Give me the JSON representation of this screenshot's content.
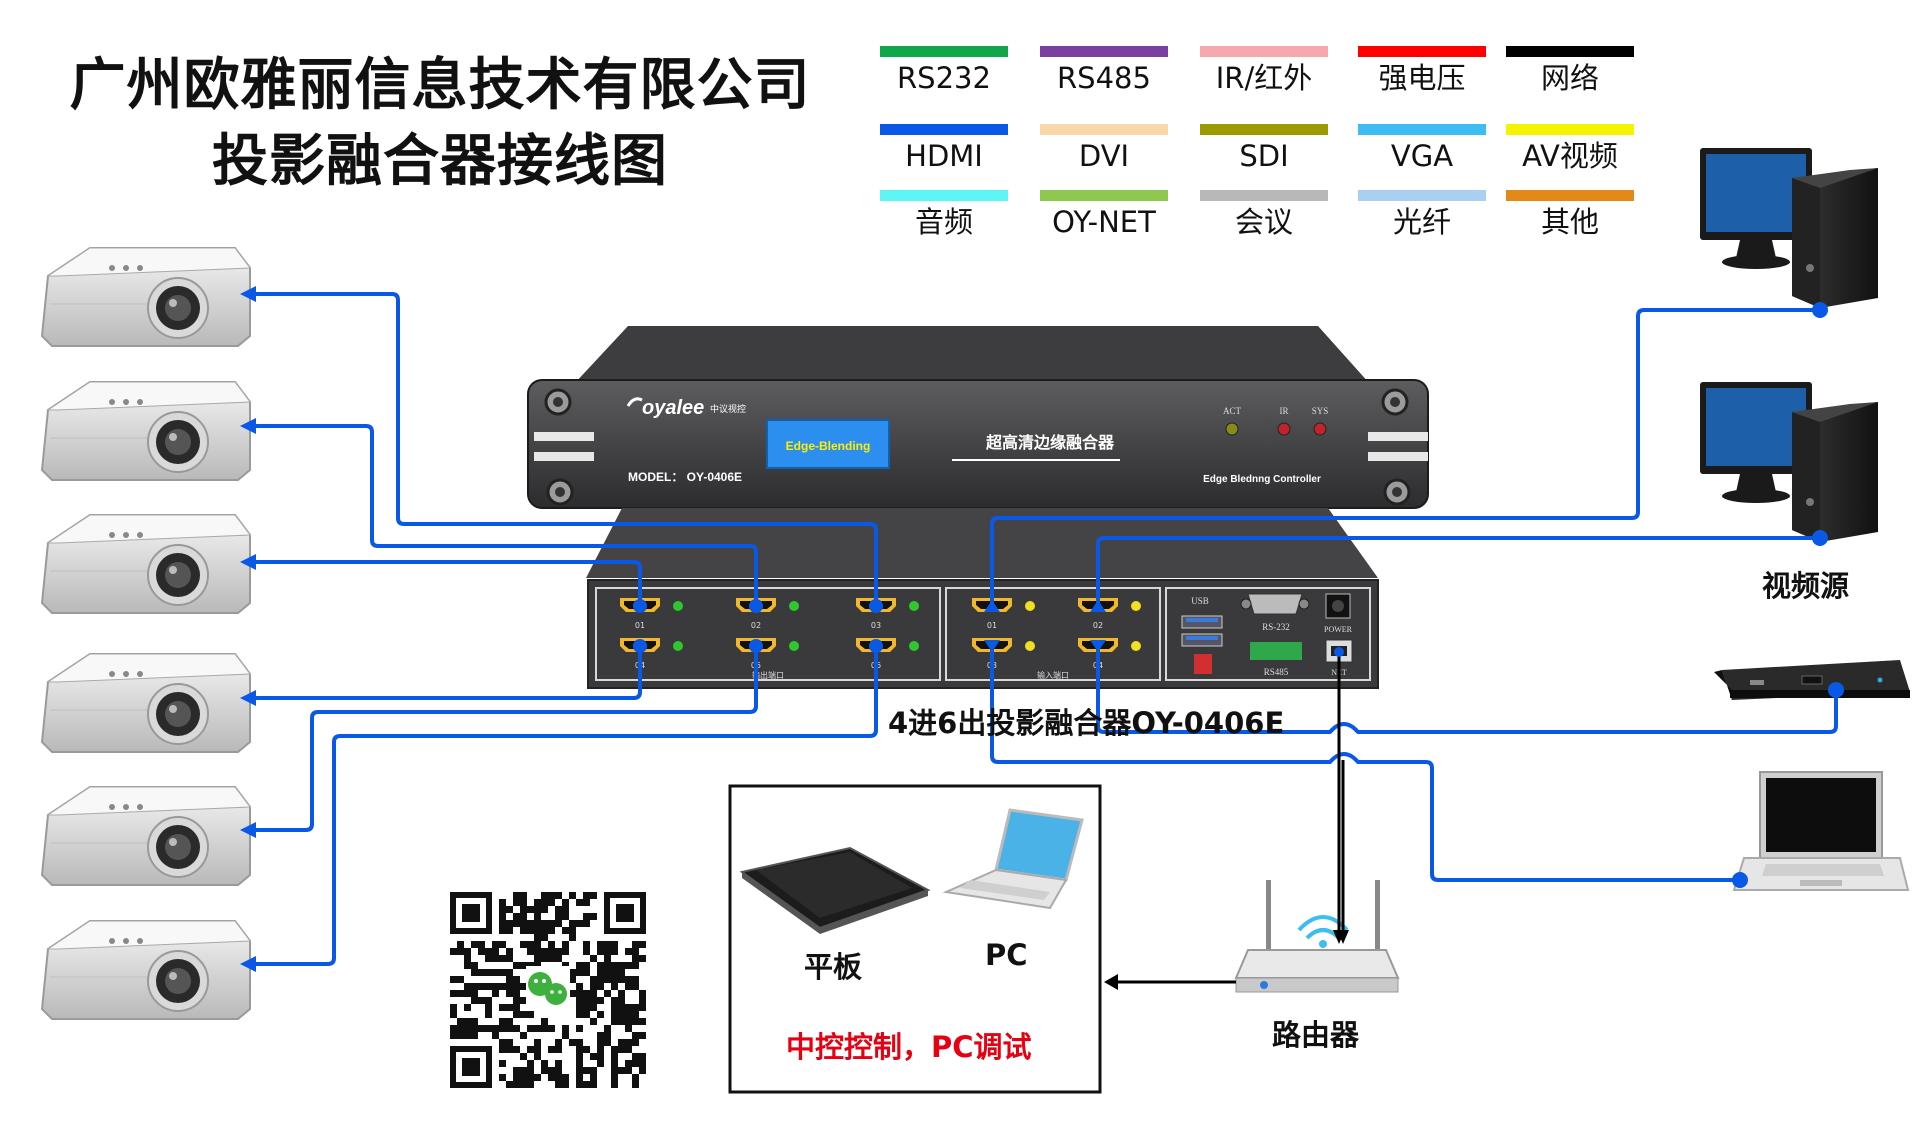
{
  "title": {
    "line1": "广州欧雅丽信息技术有限公司",
    "line2": "投影融合器接线图"
  },
  "legend": [
    {
      "label": "RS232",
      "color": "#10a64a"
    },
    {
      "label": "RS485",
      "color": "#7b3fa0"
    },
    {
      "label": "IR/红外",
      "color": "#f5a8ae"
    },
    {
      "label": "强电压",
      "color": "#ff0000"
    },
    {
      "label": "网络",
      "color": "#000000"
    },
    {
      "label": "HDMI",
      "color": "#0a58e6"
    },
    {
      "label": "DVI",
      "color": "#f8d7a8"
    },
    {
      "label": "SDI",
      "color": "#9c9a00"
    },
    {
      "label": "VGA",
      "color": "#3dbdf2"
    },
    {
      "label": "AV视频",
      "color": "#f4f400"
    },
    {
      "label": "音频",
      "color": "#5ff5f5"
    },
    {
      "label": "OY-NET",
      "color": "#8ec850"
    },
    {
      "label": "会议",
      "color": "#b8b8b8"
    },
    {
      "label": "光纤",
      "color": "#a9cff2"
    },
    {
      "label": "其他",
      "color": "#e18a19"
    }
  ],
  "device": {
    "brand": "oyalee",
    "brand_sub": "中议视控",
    "screen_text": "Edge-Blending",
    "name_cn": "超高清边缘融合器",
    "name_en": "Edge Blednng Controller",
    "model": "MODEL： OY-0406E",
    "indicators": [
      "ACT",
      "IR",
      "SYS"
    ],
    "out_ports": [
      "01",
      "02",
      "03",
      "04",
      "05",
      "06"
    ],
    "out_panel_label": "输出端口",
    "in_ports": [
      "01",
      "02",
      "03",
      "04"
    ],
    "in_panel_label": "输入端口",
    "usb_label": "USB",
    "rs232_label": "RS-232",
    "rs485_label": "RS485",
    "power_label": "POWER",
    "net_label": "NET",
    "caption": "4进6出投影融合器OY-0406E"
  },
  "labels": {
    "video_source": "视频源",
    "router": "路由器",
    "tablet": "平板",
    "pc": "PC",
    "control_note": "中控控制，PC调试"
  },
  "colors": {
    "hdmi_line": "#0a58e6",
    "network_line": "#000000",
    "accent_red": "#e60012"
  },
  "icons": [
    "projector-icon",
    "desktop-pc-icon",
    "set-top-box-icon",
    "laptop-icon",
    "router-icon",
    "tablet-icon",
    "qr-code"
  ]
}
